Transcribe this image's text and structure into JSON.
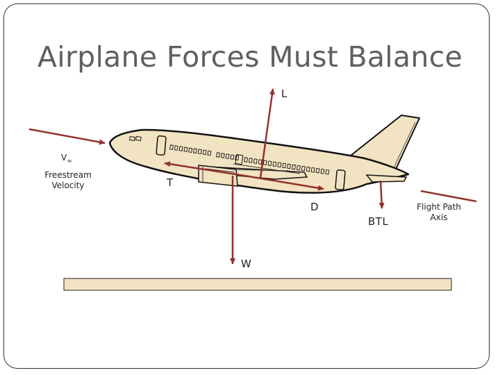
{
  "title": "Airplane Forces Must Balance",
  "labels": {
    "lift": "L",
    "thrust": "T",
    "drag": "D",
    "weight": "W",
    "btl": "BTL",
    "v_symbol": "V",
    "v_sub": "∞",
    "freestream_line1": "Freestream",
    "freestream_line2": "Velocity",
    "flight_path_line1": "Flight Path",
    "flight_path_line2": "Axis"
  },
  "colors": {
    "arrow": "#93302a",
    "fuselage": "#f2e3c2",
    "outline": "#111111",
    "title": "#5f5f5f",
    "ground": "#f2e3c2"
  }
}
